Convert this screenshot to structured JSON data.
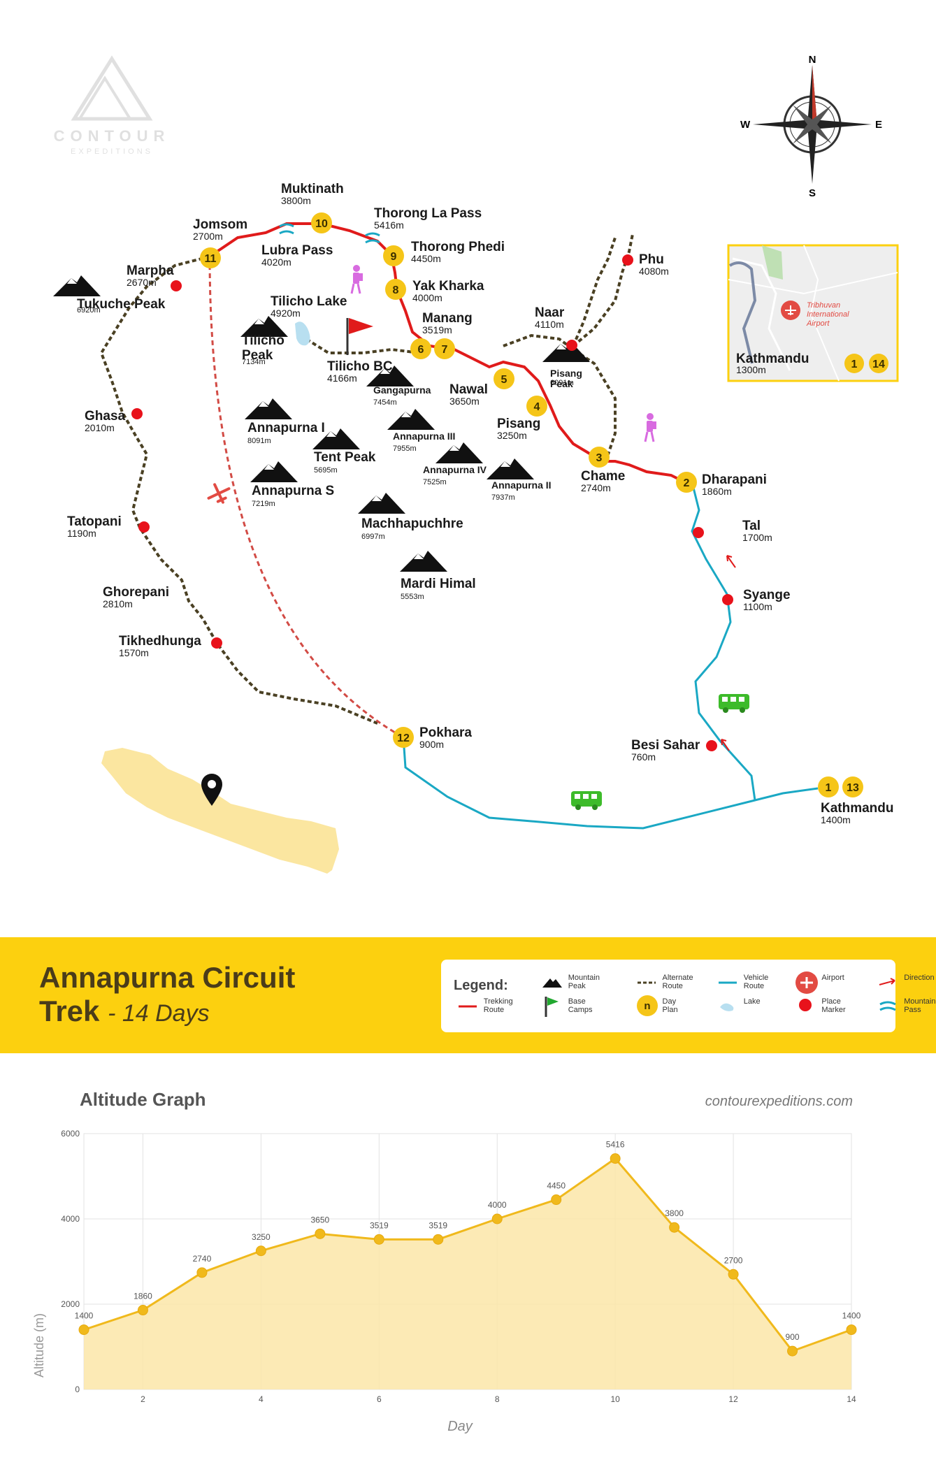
{
  "brand": {
    "name": "CONTOUR",
    "tagline": "EXPEDITIONS"
  },
  "compass": {
    "n": "N",
    "s": "S",
    "e": "E",
    "w": "W"
  },
  "places": [
    {
      "id": "muktinath",
      "name": "Muktinath",
      "alt": "3800m"
    },
    {
      "id": "thorong-la",
      "name": "Thorong La Pass",
      "alt": "5416m"
    },
    {
      "id": "jomsom",
      "name": "Jomsom",
      "alt": "2700m"
    },
    {
      "id": "lubra",
      "name": "Lubra Pass",
      "alt": "4020m"
    },
    {
      "id": "thorong-phedi",
      "name": "Thorong Phedi",
      "alt": "4450m"
    },
    {
      "id": "marpha",
      "name": "Marpha",
      "alt": "2670m"
    },
    {
      "id": "yak-kharka",
      "name": "Yak Kharka",
      "alt": "4000m"
    },
    {
      "id": "tilicho-lake",
      "name": "Tilicho Lake",
      "alt": "4920m"
    },
    {
      "id": "manang",
      "name": "Manang",
      "alt": "3519m"
    },
    {
      "id": "naar",
      "name": "Naar",
      "alt": "4110m"
    },
    {
      "id": "phu",
      "name": "Phu",
      "alt": "4080m"
    },
    {
      "id": "tilicho-bc",
      "name": "Tilicho BC",
      "alt": "4166m"
    },
    {
      "id": "nawal",
      "name": "Nawal",
      "alt": "3650m"
    },
    {
      "id": "pisang",
      "name": "Pisang",
      "alt": "3250m"
    },
    {
      "id": "ghasa",
      "name": "Ghasa",
      "alt": "2010m"
    },
    {
      "id": "chame",
      "name": "Chame",
      "alt": "2740m"
    },
    {
      "id": "dharapani",
      "name": "Dharapani",
      "alt": "1860m"
    },
    {
      "id": "tatopani",
      "name": "Tatopani",
      "alt": "1190m"
    },
    {
      "id": "tal",
      "name": "Tal",
      "alt": "1700m"
    },
    {
      "id": "syange",
      "name": "Syange",
      "alt": "1100m"
    },
    {
      "id": "ghorepani",
      "name": "Ghorepani",
      "alt": "2810m"
    },
    {
      "id": "tikhedhunga",
      "name": "Tikhedhunga",
      "alt": "1570m"
    },
    {
      "id": "pokhara",
      "name": "Pokhara",
      "alt": "900m"
    },
    {
      "id": "besi-sahar",
      "name": "Besi Sahar",
      "alt": "760m"
    },
    {
      "id": "kathmandu",
      "name": "Kathmandu",
      "alt": "1400m"
    }
  ],
  "peaks": [
    {
      "id": "tukuche",
      "name": "Tukuche Peak",
      "alt": "6920m"
    },
    {
      "id": "tilicho",
      "name": "Tilicho\nPeak",
      "alt": "7134m"
    },
    {
      "id": "gangapurna",
      "name": "Gangapurna",
      "alt": "7454m"
    },
    {
      "id": "pisang-peak",
      "name": "Pisang\nPeak",
      "alt": "6091m"
    },
    {
      "id": "annapurna-1",
      "name": "Annapurna I",
      "alt": "8091m"
    },
    {
      "id": "annapurna-3",
      "name": "Annapurna III",
      "alt": "7955m"
    },
    {
      "id": "tent",
      "name": "Tent Peak",
      "alt": "5695m"
    },
    {
      "id": "annapurna-4",
      "name": "Annapurna IV",
      "alt": "7525m"
    },
    {
      "id": "annapurna-2",
      "name": "Annapurna II",
      "alt": "7937m"
    },
    {
      "id": "annapurna-s",
      "name": "Annapurna S",
      "alt": "7219m"
    },
    {
      "id": "machhapuchhre",
      "name": "Machhapuchhre",
      "alt": "6997m"
    },
    {
      "id": "mardi",
      "name": "Mardi Himal",
      "alt": "5553m"
    }
  ],
  "day_markers": [
    "1",
    "2",
    "3",
    "4",
    "5",
    "6",
    "7",
    "8",
    "9",
    "10",
    "11",
    "12",
    "13",
    "14"
  ],
  "inset": {
    "city": "Kathmandu",
    "alt": "1300m",
    "airport": "Tribhuvan\nInternational\nAirport",
    "days": [
      "1",
      "14"
    ]
  },
  "banner": {
    "title_line1": "Annapurna Circuit",
    "title_line2": "Trek",
    "subtitle": "- 14 Days"
  },
  "legend": {
    "title": "Legend:",
    "items": [
      {
        "id": "mountain",
        "label": "Mountain\nPeak"
      },
      {
        "id": "alternate",
        "label": "Alternate\nRoute"
      },
      {
        "id": "vehicle",
        "label": "Vehicle\nRoute"
      },
      {
        "id": "airport",
        "label": "Airport"
      },
      {
        "id": "direction",
        "label": "Direction"
      },
      {
        "id": "trekking",
        "label": "Trekking\nRoute"
      },
      {
        "id": "basecamp",
        "label": "Base\nCamps"
      },
      {
        "id": "dayplan",
        "label": "Day\nPlan",
        "symbol": "n"
      },
      {
        "id": "lake",
        "label": "Lake"
      },
      {
        "id": "place",
        "label": "Place\nMarker"
      },
      {
        "id": "pass",
        "label": "Mountain\nPass"
      }
    ]
  },
  "colors": {
    "trek": "#e01b1b",
    "alternate": "#4a4023",
    "vehicle": "#1aa8c4",
    "day": "#f5c518",
    "place": "#e8121b",
    "accent": "#fcd00f",
    "area": "#fbe6a8",
    "line": "#f0b91c"
  },
  "chart_data": {
    "type": "area",
    "title": "Altitude Graph",
    "source": "contourexpeditions.com",
    "xlabel": "Day",
    "ylabel": "Altitude (m)",
    "x": [
      1,
      2,
      3,
      4,
      5,
      6,
      7,
      8,
      9,
      10,
      11,
      12,
      13,
      14
    ],
    "values": [
      1400,
      1860,
      2740,
      3250,
      3650,
      3519,
      3519,
      4000,
      4450,
      5416,
      3800,
      2700,
      900,
      1400
    ],
    "xticks": [
      2,
      4,
      6,
      8,
      10,
      12,
      14
    ],
    "yticks": [
      0,
      2000,
      4000,
      6000
    ],
    "xlim": [
      1,
      14
    ],
    "ylim": [
      0,
      6000
    ],
    "grid": true
  }
}
